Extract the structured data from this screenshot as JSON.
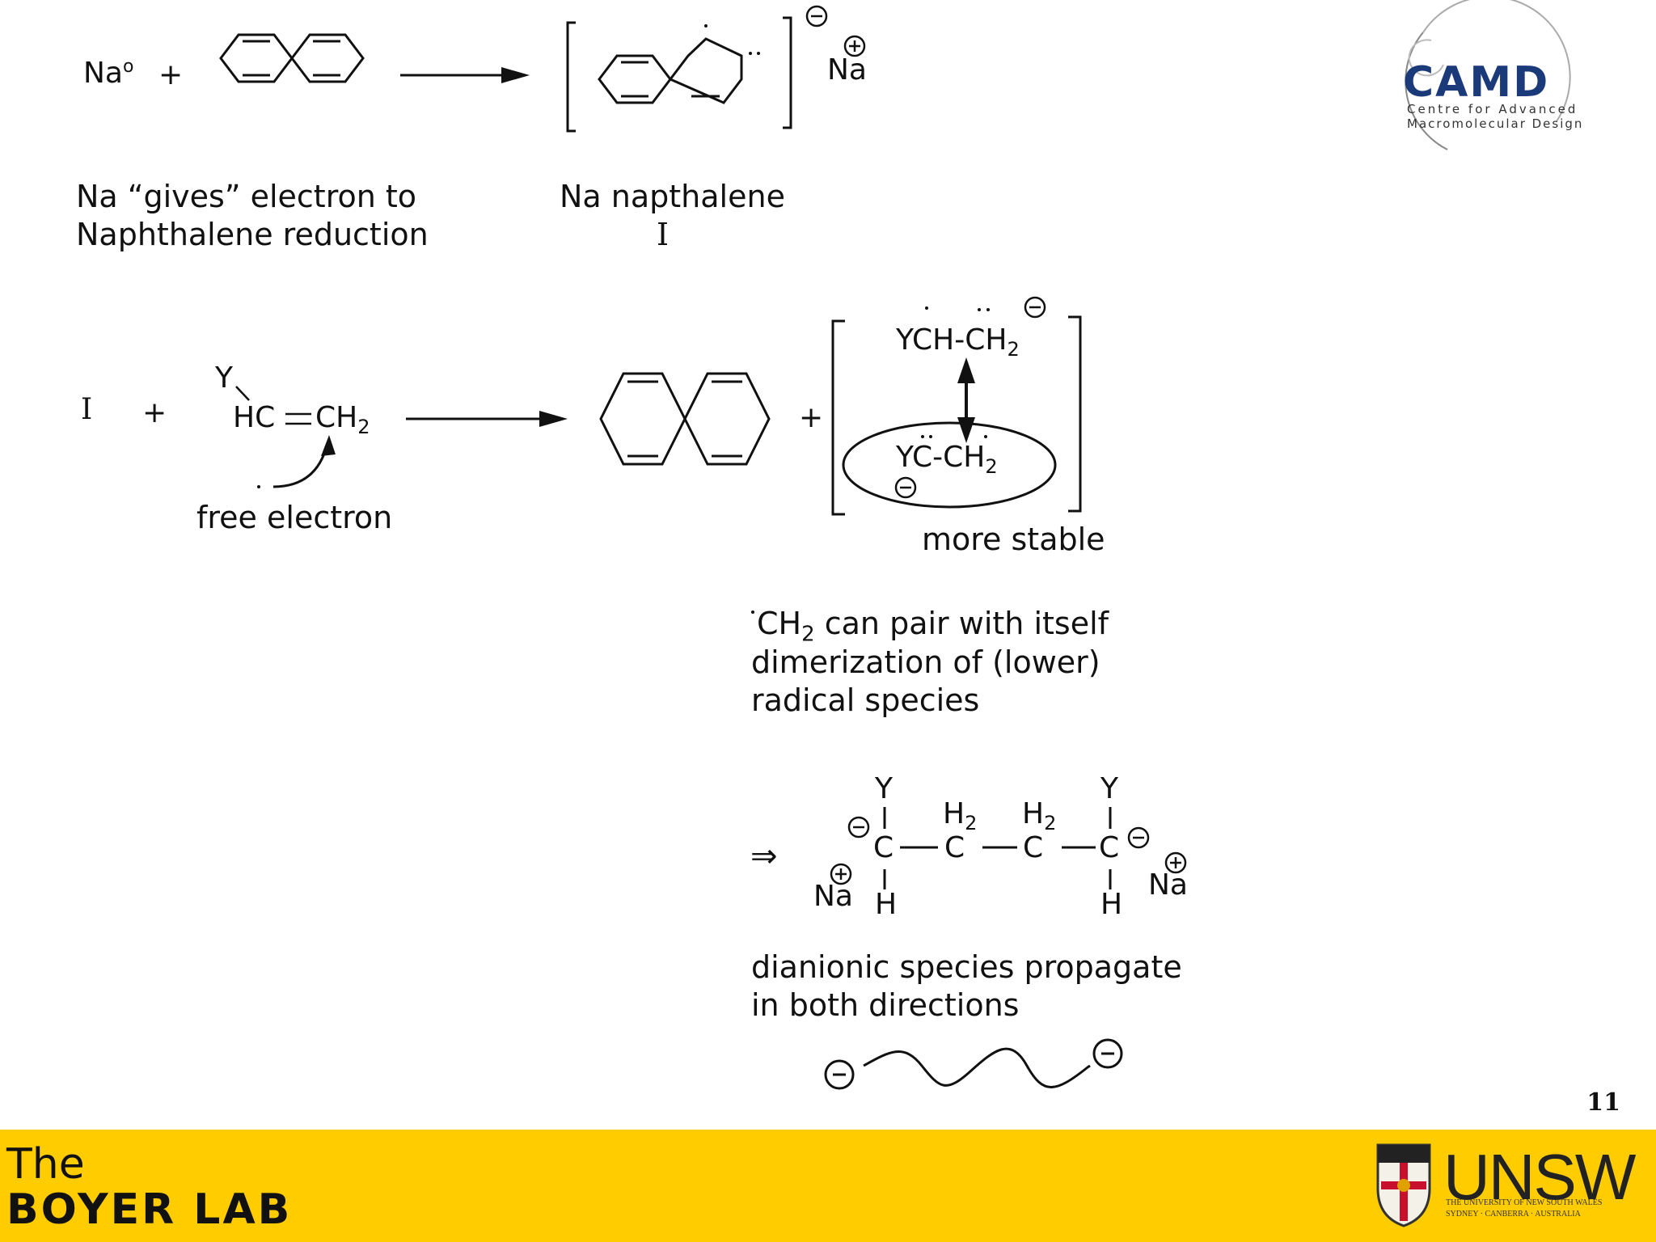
{
  "reaction1": {
    "na_reactant": "Na",
    "na_oxidation": "o",
    "plus": "+",
    "na_product": "Na",
    "caption_left_line1": "Na “gives” electron to",
    "caption_left_line2": "Naphthalene reduction",
    "caption_right_line1": "Na napthalene",
    "caption_right_line2": "I"
  },
  "reaction2": {
    "reactant_I": "I",
    "plus1": "+",
    "monomer_y": "Y",
    "monomer_hc": "HC",
    "monomer_ch": "CH",
    "sub_2": "2",
    "free_electron": "free electron",
    "plus2": "+",
    "resonance_top_y": "YCH-CH",
    "resonance_bottom_y": "YC-CH",
    "more_stable": "more stable"
  },
  "note": {
    "line1_ch": "CH",
    "line1_sub": "2",
    "line1_rest": " can pair with itself",
    "line2": "dimerization of (lower)",
    "line3": "radical species"
  },
  "dianion": {
    "arrow": "⇒",
    "y_left": "Y",
    "y_right": "Y",
    "c": "C",
    "h": "H",
    "h2": "H",
    "sub_2": "2",
    "na": "Na",
    "caption_line1": "dianionic species propagate",
    "caption_line2": "in both directions"
  },
  "logos": {
    "camd_word": "CAMD",
    "camd_line1": "Centre for Advanced",
    "camd_line2": "Macromolecular Design",
    "unsw_word": "UNSW",
    "unsw_line1": "THE UNIVERSITY OF NEW SOUTH WALES",
    "unsw_line2": "SYDNEY · CANBERRA · AUSTRALIA"
  },
  "footer": {
    "lab_line1": "The",
    "lab_line2": "BOYER LAB",
    "page_number": "11"
  },
  "colors": {
    "footer": "#ffcc00",
    "camd_blue": "#1b3a7a",
    "ink": "#111111"
  }
}
